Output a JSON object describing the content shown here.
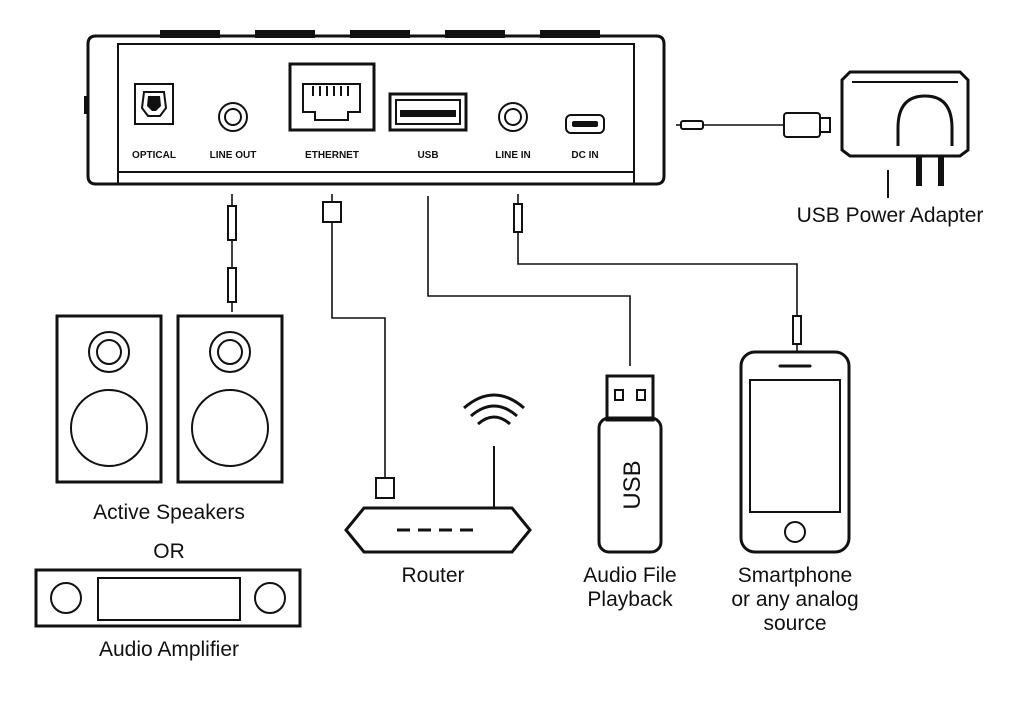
{
  "ports": {
    "optical": "OPTICAL",
    "line_out": "LINE OUT",
    "ethernet": "ETHERNET",
    "usb": "USB",
    "line_in": "LINE IN",
    "dc_in": "DC IN"
  },
  "devices": {
    "power_adapter": "USB Power Adapter",
    "speakers": "Active Speakers",
    "or": "OR",
    "amplifier": "Audio Amplifier",
    "router": "Router",
    "usb_drive_text": "USB",
    "audio_file_line1": "Audio File",
    "audio_file_line2": "Playback",
    "smartphone_line1": "Smartphone",
    "smartphone_line2": "or any analog",
    "smartphone_line3": "source"
  }
}
